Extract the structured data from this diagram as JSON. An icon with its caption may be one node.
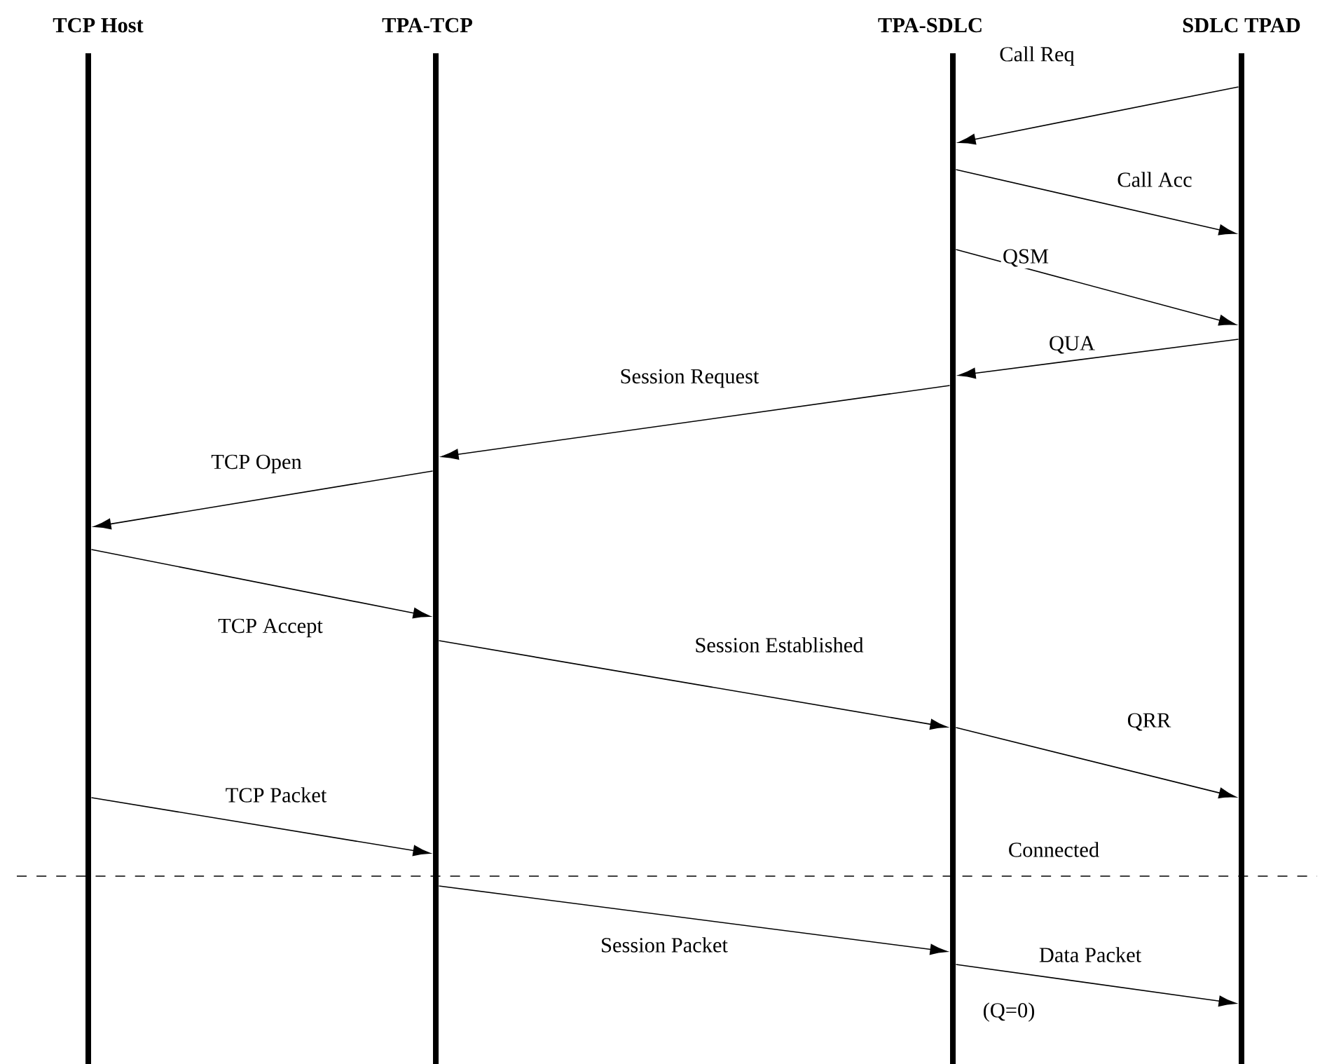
{
  "diagram": {
    "nodes": [
      {
        "text": [
          "TCP Host"
        ]
      },
      {
        "text": [
          "TPA-TCP"
        ]
      },
      {
        "text": [
          "TPA-SDLC"
        ]
      },
      {
        "text": [
          "SDLC TPAD"
        ]
      }
    ],
    "edges": [
      {
        "from": 3,
        "to": 2,
        "arrow": "to",
        "label": "Call Req"
      },
      {
        "from": 2,
        "to": 3,
        "arrow": "to",
        "label": "Call Acc"
      },
      {
        "from": 2,
        "to": 3,
        "arrow": "to",
        "label": "QSM"
      },
      {
        "from": 3,
        "to": 2,
        "arrow": "to",
        "label": "QUA"
      },
      {
        "from": 2,
        "to": 1,
        "arrow": "to",
        "label": "Session Request"
      },
      {
        "from": 1,
        "to": 0,
        "arrow": "to",
        "label": "TCP Open"
      },
      {
        "from": 0,
        "to": 1,
        "arrow": "to",
        "label": "TCP Accept"
      },
      {
        "from": 1,
        "to": 2,
        "arrow": "to",
        "label": "Session Established"
      },
      {
        "from": 2,
        "to": 3,
        "arrow": "to",
        "label": "QRR"
      },
      {
        "from": 0,
        "to": 1,
        "arrow": "to",
        "label": "TCP Packet"
      },
      {
        "from": 1,
        "to": 2,
        "arrow": "to",
        "label": "Session Packet"
      },
      {
        "from": 2,
        "to": 3,
        "arrow": "to",
        "label": "Data Packet"
      }
    ],
    "labels": [
      "Connected",
      "(Q=0)"
    ]
  }
}
